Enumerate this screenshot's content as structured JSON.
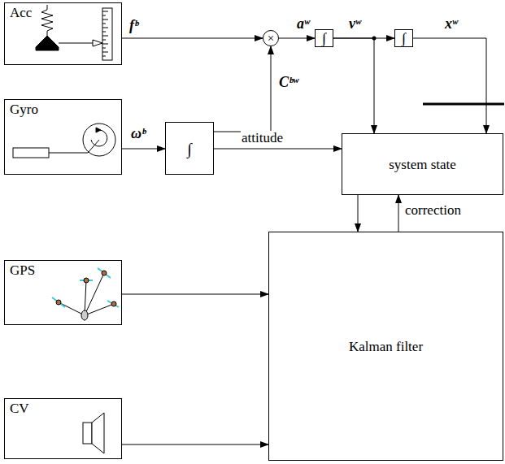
{
  "diagram": {
    "nodes": [
      {
        "text": [
          "Acc"
        ]
      },
      {
        "text": [
          "Gyro"
        ]
      },
      {
        "text": [
          "GPS"
        ]
      },
      {
        "text": [
          "CV"
        ]
      },
      {
        "text": [
          "×"
        ]
      },
      {
        "text": [
          "∫"
        ]
      },
      {
        "text": [
          "∫"
        ]
      },
      {
        "text": [
          "∫"
        ]
      },
      {
        "text": [
          "system state"
        ]
      },
      {
        "text": [
          "Kalman filter"
        ]
      }
    ],
    "edges": [
      {
        "from": 0,
        "to": 4,
        "arrow": "to",
        "label": "fᵇ"
      },
      {
        "from": 4,
        "to": 5,
        "arrow": "to",
        "label": "aʷ"
      },
      {
        "from": 5,
        "to": 6,
        "arrow": "to",
        "label": "vʷ"
      },
      {
        "from": 6,
        "to": 8,
        "arrow": "to",
        "label": "xʷ"
      },
      {
        "from": 5,
        "to": 8,
        "arrow": "to"
      },
      {
        "from": 1,
        "to": 7,
        "arrow": "to",
        "label": "ωᵇ"
      },
      {
        "from": 7,
        "to": 4,
        "arrow": "to",
        "label": "Cᵇʷ"
      },
      {
        "from": 7,
        "to": 8,
        "arrow": "to",
        "label": "attitude"
      },
      {
        "from": 8,
        "to": 9,
        "arrow": "to"
      },
      {
        "from": 9,
        "to": 8,
        "arrow": "to",
        "label": "correction"
      },
      {
        "from": 2,
        "to": 9,
        "arrow": "to"
      },
      {
        "from": 3,
        "to": 9,
        "arrow": "to"
      }
    ]
  }
}
